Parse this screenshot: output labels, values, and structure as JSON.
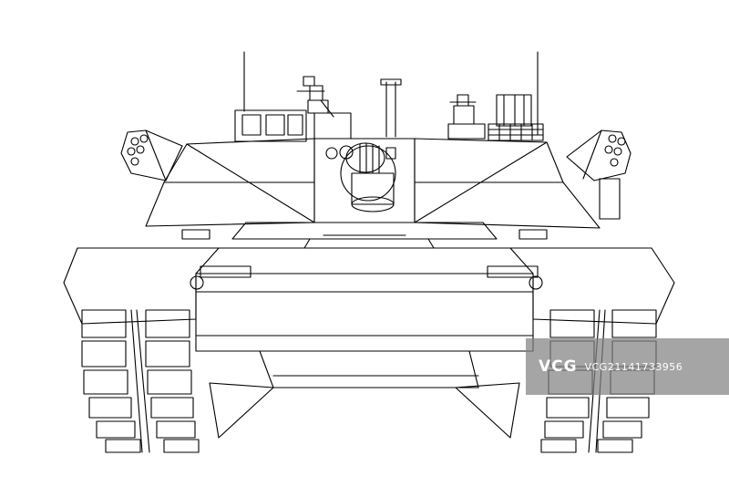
{
  "image": {
    "subject": "line drawing of a tank, front view",
    "background": "#ffffff",
    "stroke_color": "#000000"
  },
  "watermark": {
    "logo": "VCG",
    "id_text": "VCG21141733956",
    "background": "#8a8a8a",
    "text_color": "#ffffff"
  }
}
